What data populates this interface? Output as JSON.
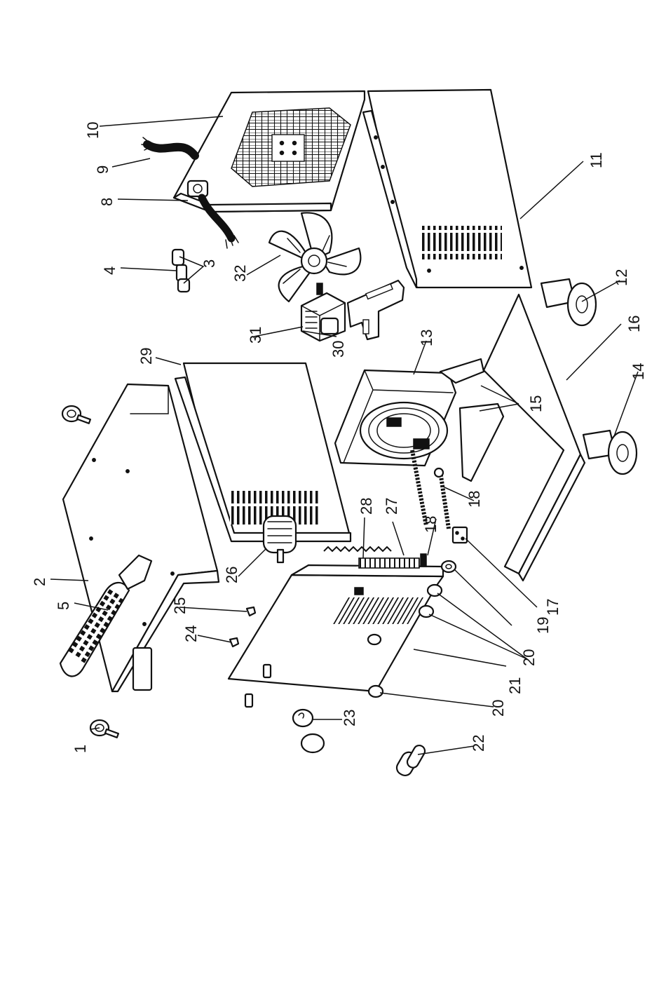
{
  "callouts": [
    {
      "id": "c1",
      "text": "1"
    },
    {
      "id": "c2",
      "text": "2"
    },
    {
      "id": "c3",
      "text": "3"
    },
    {
      "id": "c4",
      "text": "4"
    },
    {
      "id": "c5",
      "text": "5"
    },
    {
      "id": "c8",
      "text": "8"
    },
    {
      "id": "c9",
      "text": "9"
    },
    {
      "id": "c10",
      "text": "10"
    },
    {
      "id": "c11",
      "text": "11"
    },
    {
      "id": "c12",
      "text": "12"
    },
    {
      "id": "c13",
      "text": "13"
    },
    {
      "id": "c14",
      "text": "14"
    },
    {
      "id": "c15",
      "text": "15"
    },
    {
      "id": "c16",
      "text": "16"
    },
    {
      "id": "c17",
      "text": "17"
    },
    {
      "id": "c18a",
      "text": "18"
    },
    {
      "id": "c18b",
      "text": "18"
    },
    {
      "id": "c19",
      "text": "19"
    },
    {
      "id": "c20a",
      "text": "20"
    },
    {
      "id": "c20b",
      "text": "20"
    },
    {
      "id": "c21",
      "text": "21"
    },
    {
      "id": "c22",
      "text": "22"
    },
    {
      "id": "c23",
      "text": "23"
    },
    {
      "id": "c24",
      "text": "24"
    },
    {
      "id": "c25",
      "text": "25"
    },
    {
      "id": "c26",
      "text": "26"
    },
    {
      "id": "c27",
      "text": "27"
    },
    {
      "id": "c28",
      "text": "28"
    },
    {
      "id": "c29",
      "text": "29"
    },
    {
      "id": "c30",
      "text": "30"
    },
    {
      "id": "c31",
      "text": "31"
    },
    {
      "id": "c32",
      "text": "32"
    }
  ]
}
